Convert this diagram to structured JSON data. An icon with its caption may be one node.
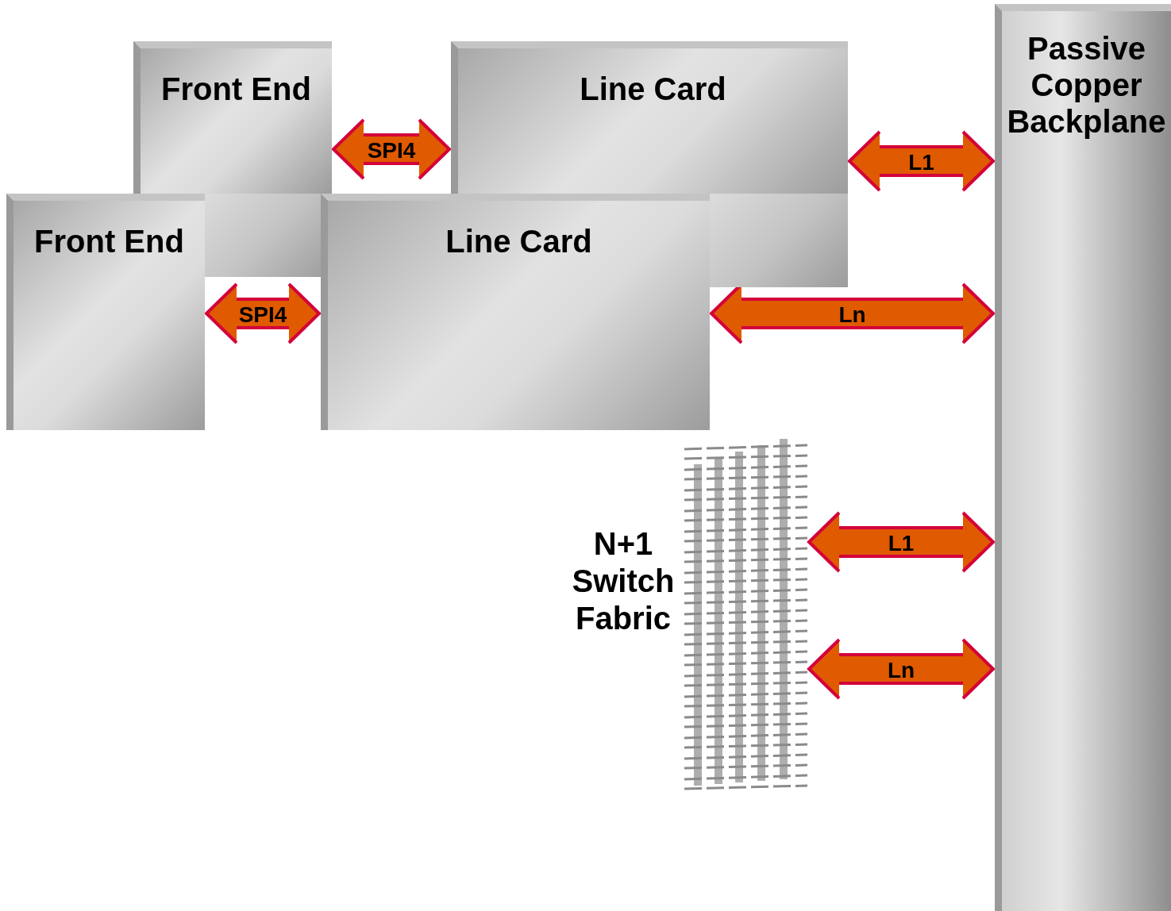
{
  "diagram": {
    "nodes": [
      {
        "text": [
          "Front End"
        ]
      },
      {
        "text": [
          "Line Card"
        ]
      },
      {
        "text": [
          "Passive Copper Backplane"
        ]
      },
      {
        "text": [
          "Front End"
        ]
      },
      {
        "text": [
          "Line Card"
        ]
      },
      {
        "text": [],
        "shape": "picture",
        "beside": [
          "N+1 Switch Fabric"
        ]
      }
    ],
    "edges": [
      {
        "from": 0,
        "to": 1,
        "arrow": "both",
        "label": "SPI4"
      },
      {
        "from": 1,
        "to": 2,
        "arrow": "both",
        "label": "L1"
      },
      {
        "from": 3,
        "to": 4,
        "arrow": "both",
        "label": "SPI4"
      },
      {
        "from": 4,
        "to": 2,
        "arrow": "both",
        "label": "Ln"
      },
      {
        "from": 5,
        "to": 2,
        "arrow": "both",
        "label": "L1"
      },
      {
        "from": 5,
        "to": 2,
        "arrow": "both",
        "label": "Ln"
      }
    ]
  }
}
